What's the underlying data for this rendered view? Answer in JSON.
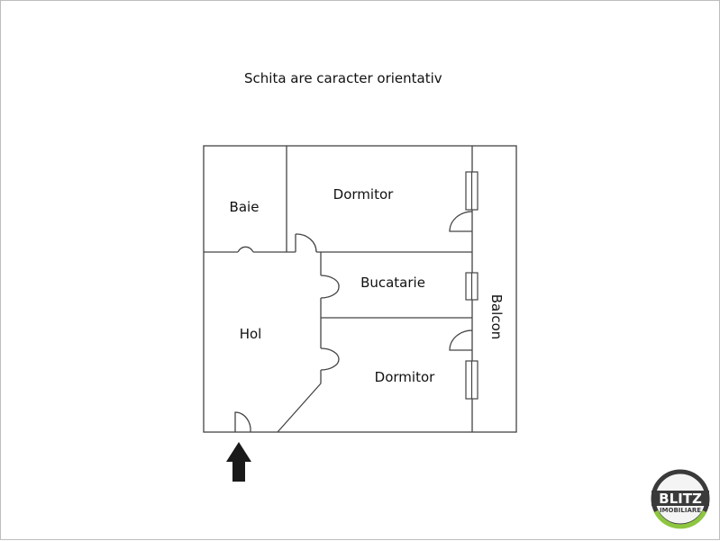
{
  "caption": "Schita are caracter orientativ",
  "rooms": {
    "baie": "Baie",
    "dormitor_top": "Dormitor",
    "bucatarie": "Bucatarie",
    "hol": "Hol",
    "dormitor_bottom": "Dormitor",
    "balcon": "Balcon"
  },
  "logo": {
    "brand": "BLITZ",
    "sub": "IMOBILIARE"
  },
  "colors": {
    "line": "#444444",
    "text": "#111111",
    "arrow": "#1a1a1a",
    "logo_ring_green": "#8dc63f"
  }
}
